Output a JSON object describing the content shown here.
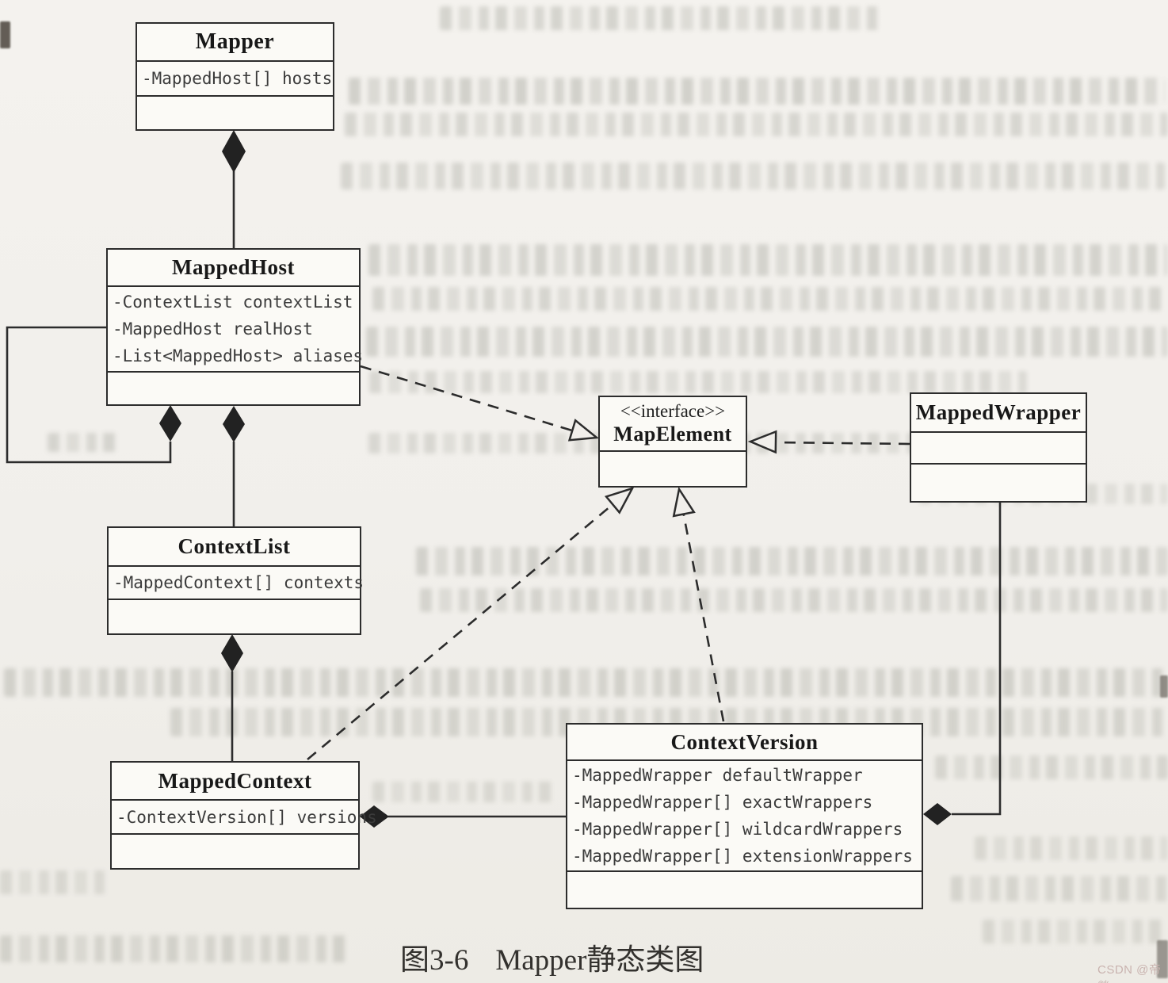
{
  "diagram": {
    "caption_label": "图3-6",
    "caption_text": "Mapper静态类图",
    "watermark": "CSDN @帝燚",
    "classes": [
      {
        "id": "mapper",
        "name": "Mapper",
        "stereotype": "",
        "attributes": [
          "-MappedHost[] hosts"
        ],
        "methods": []
      },
      {
        "id": "mappedhost",
        "name": "MappedHost",
        "stereotype": "",
        "attributes": [
          "-ContextList contextList",
          "-MappedHost realHost",
          "-List<MappedHost> aliases"
        ],
        "methods": []
      },
      {
        "id": "contextlist",
        "name": "ContextList",
        "stereotype": "",
        "attributes": [
          "-MappedContext[] contexts"
        ],
        "methods": []
      },
      {
        "id": "mappedcontext",
        "name": "MappedContext",
        "stereotype": "",
        "attributes": [
          "-ContextVersion[] versions"
        ],
        "methods": []
      },
      {
        "id": "mapelement",
        "name": "MapElement",
        "stereotype": "<<interface>>",
        "attributes": [],
        "methods": []
      },
      {
        "id": "mappedwrapper",
        "name": "MappedWrapper",
        "stereotype": "",
        "attributes": [],
        "methods": []
      },
      {
        "id": "contextversion",
        "name": "ContextVersion",
        "stereotype": "",
        "attributes": [
          "-MappedWrapper defaultWrapper",
          "-MappedWrapper[] exactWrappers",
          "-MappedWrapper[] wildcardWrappers",
          "-MappedWrapper[] extensionWrappers"
        ],
        "methods": []
      }
    ],
    "relationships": [
      {
        "type": "composition",
        "from": "Mapper",
        "to": "MappedHost",
        "diamond_at": "Mapper"
      },
      {
        "type": "composition",
        "from": "MappedHost",
        "to": "ContextList",
        "diamond_at": "MappedHost"
      },
      {
        "type": "composition-self",
        "from": "MappedHost",
        "to": "MappedHost",
        "diamond_at": "MappedHost"
      },
      {
        "type": "composition",
        "from": "ContextList",
        "to": "MappedContext",
        "diamond_at": "ContextList"
      },
      {
        "type": "composition",
        "from": "MappedContext",
        "to": "ContextVersion",
        "diamond_at": "MappedContext"
      },
      {
        "type": "composition",
        "from": "ContextVersion",
        "to": "MappedWrapper",
        "diamond_at": "ContextVersion"
      },
      {
        "type": "realization",
        "from": "MappedHost",
        "to": "MapElement"
      },
      {
        "type": "realization",
        "from": "MappedContext",
        "to": "MapElement"
      },
      {
        "type": "realization",
        "from": "ContextVersion",
        "to": "MapElement"
      },
      {
        "type": "realization",
        "from": "MappedWrapper",
        "to": "MapElement"
      }
    ],
    "colors": {
      "line": "#2c2c2c",
      "paper": "#f1efeb",
      "diamond": "#222222"
    }
  }
}
